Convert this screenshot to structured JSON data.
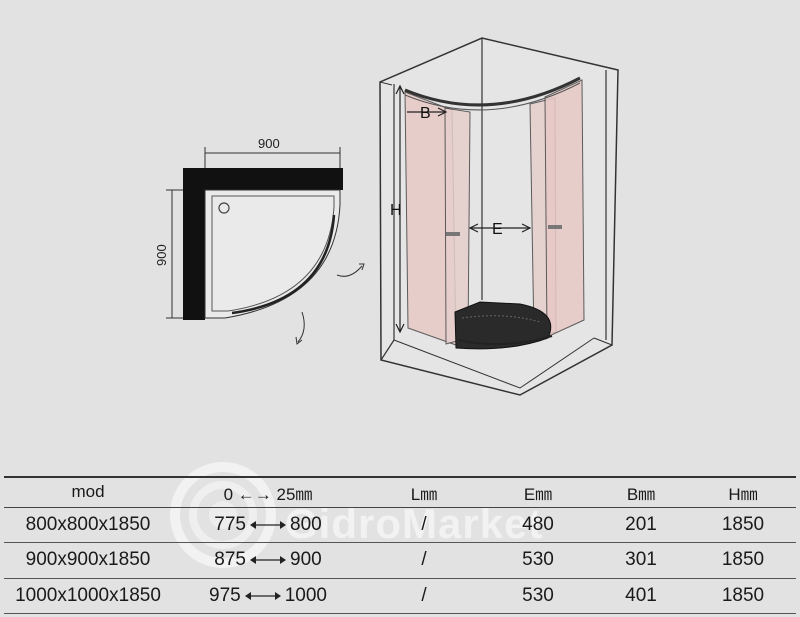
{
  "plan_view": {
    "width_label": "900",
    "depth_label": "900"
  },
  "enclosure_view": {
    "label_b": "B",
    "label_h": "H",
    "label_e": "E"
  },
  "table": {
    "headers": {
      "mod": "mod",
      "range": "0 ←→ 25㎜",
      "l": "L㎜",
      "e": "E㎜",
      "b": "B㎜",
      "h": "H㎜"
    },
    "rows": [
      {
        "mod": "800x800x1850",
        "range_from": "775",
        "range_to": "800",
        "l": "/",
        "e": "480",
        "b": "201",
        "h": "1850"
      },
      {
        "mod": "900x900x1850",
        "range_from": "875",
        "range_to": "900",
        "l": "/",
        "e": "530",
        "b": "301",
        "h": "1850"
      },
      {
        "mod": "1000x1000x1850",
        "range_from": "975",
        "range_to": "1000",
        "l": "/",
        "e": "530",
        "b": "401",
        "h": "1850"
      }
    ]
  },
  "watermark": {
    "text": "GidroMarket"
  }
}
